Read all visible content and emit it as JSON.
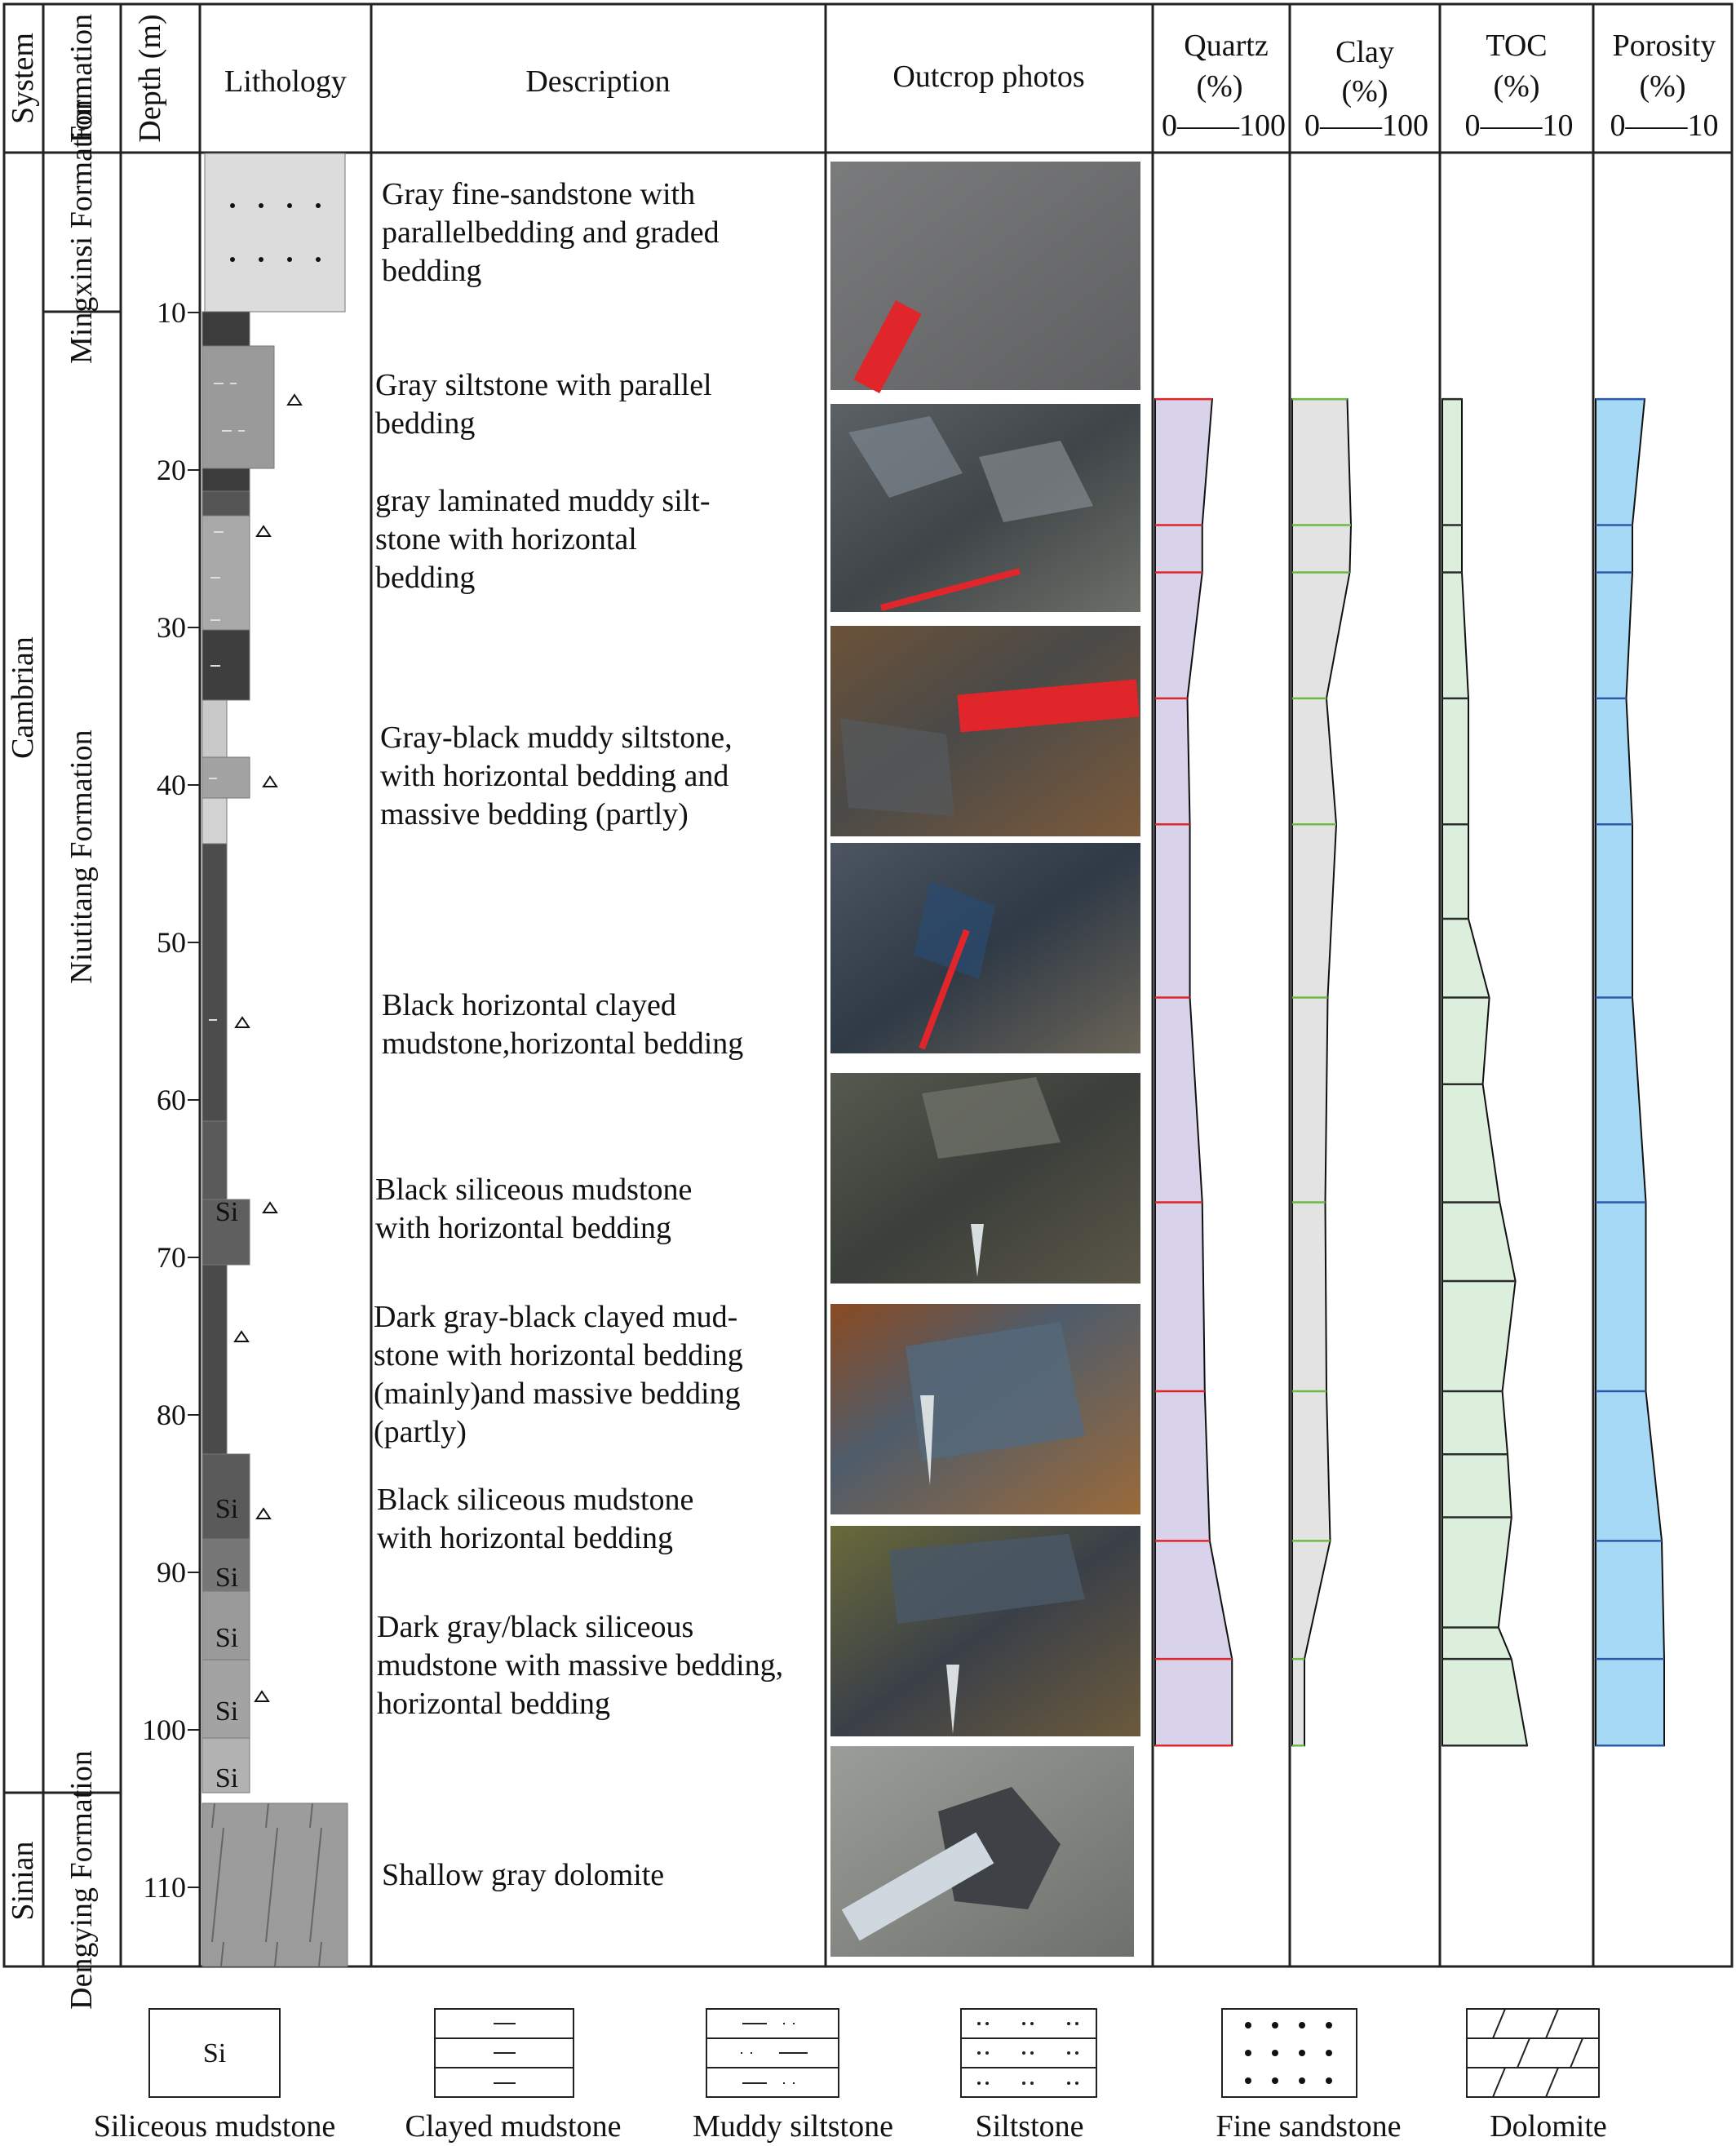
{
  "headers": {
    "system": "System",
    "formation": "Formation",
    "depth": "Depth (m)",
    "lithology": "Lithology",
    "description": "Description",
    "photos": "Outcrop  photos",
    "quartz": "Quartz",
    "clay": "Clay",
    "toc": "TOC",
    "porosity": "Porosity",
    "pct": "(%)",
    "scale_quartz": "0——100",
    "scale_clay": "0——100",
    "scale_toc": "0——10",
    "scale_porosity": "0——10"
  },
  "systems": [
    "Cambrian",
    "Sinian"
  ],
  "formations": [
    "Mingxinsi Formation",
    "Niutitang Formation",
    "Dengying Formation"
  ],
  "depth_ticks": [
    10,
    20,
    30,
    40,
    50,
    60,
    70,
    80,
    90,
    100,
    110
  ],
  "lithology_si_label": "Si",
  "descriptions": [
    "Gray fine-sandstone with parallelbedding and graded bedding",
    "Gray siltstone with  parallel bedding",
    "gray laminated muddy silt- stone with horizontal bedding",
    "Gray-black muddy siltstone, with horizontal bedding and massive bedding (partly)",
    "Black horizontal clayed mudstone,horizontal bedding",
    "Black siliceous mudstone with horizontal bedding",
    "Dark gray-black clayed mud- stone with horizontal bedding (mainly)and massive bedding (partly)",
    "Black siliceous mudstone with horizontal bedding",
    "Dark gray/black siliceous mudstone with massive bedding, horizontal bedding",
    "Shallow gray dolomite"
  ],
  "legend": [
    "Siliceous mudstone",
    "Clayed mudstone",
    "Muddy siltstone",
    "Siltstone",
    "Fine sandstone",
    "Dolomite"
  ],
  "colors": {
    "quartz_fill": "#d8d2ea",
    "quartz_line": "#e0262b",
    "clay_fill": "#e3e3e3",
    "clay_line": "#6dbb45",
    "toc_fill": "#dcefdc",
    "toc_line": "#2b2b2b",
    "porosity_fill": "#a6d9f5",
    "porosity_line": "#2a5aa8"
  },
  "chart_data": {
    "type": "area",
    "depth_unit": "m",
    "depth_range": [
      0,
      115
    ],
    "sample_depths": [
      15.5,
      23.5,
      26.5,
      34.5,
      42.5,
      53.5,
      66.5,
      78.5,
      88,
      95.5,
      101
    ],
    "series": [
      {
        "name": "Quartz",
        "unit": "%",
        "range": [
          0,
          100
        ],
        "values": [
          46,
          38,
          38,
          26,
          28,
          28,
          38,
          40,
          44,
          62,
          62
        ]
      },
      {
        "name": "Clay",
        "unit": "%",
        "range": [
          0,
          100
        ],
        "values": [
          45,
          48,
          47,
          28,
          36,
          29,
          27,
          28,
          31,
          10,
          10
        ]
      },
      {
        "name": "TOC",
        "unit": "%",
        "range": [
          0,
          10
        ],
        "depths": [
          15.5,
          23.5,
          26.5,
          34.5,
          42.5,
          48.5,
          53.5,
          59,
          66.5,
          71.5,
          78.5,
          82.5,
          86.5,
          93.5,
          95.5,
          101
        ],
        "values": [
          1.5,
          1.5,
          1.5,
          2.0,
          2.0,
          2.0,
          3.6,
          3.1,
          4.4,
          5.6,
          4.6,
          5.0,
          5.3,
          4.3,
          5.3,
          6.5
        ]
      },
      {
        "name": "Porosity",
        "unit": "%",
        "range": [
          0,
          10
        ],
        "values": [
          4.0,
          3.0,
          3.0,
          2.5,
          3.0,
          3.0,
          4.1,
          4.1,
          5.4,
          5.6,
          5.6
        ]
      }
    ]
  }
}
